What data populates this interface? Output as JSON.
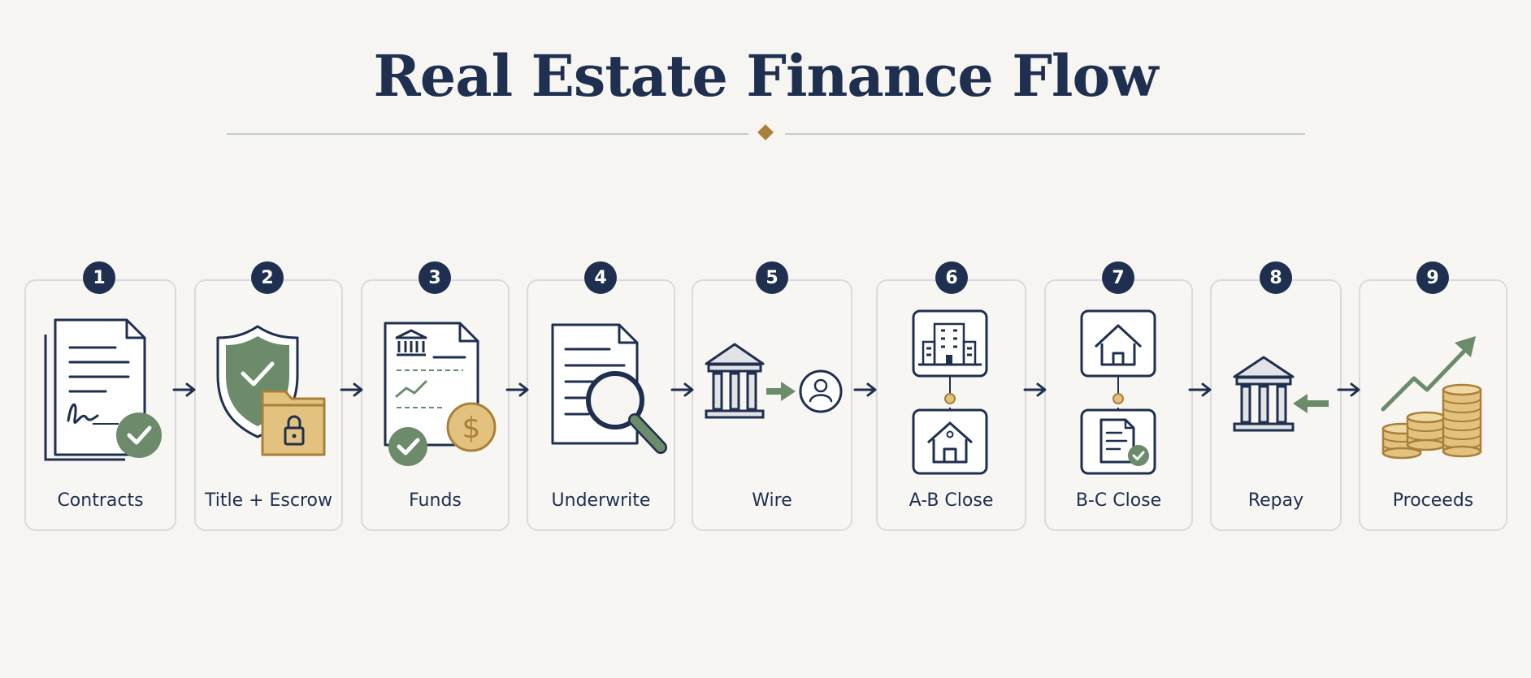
{
  "title": "Real Estate Finance Flow",
  "steps": [
    {
      "number": "1",
      "label": "Contracts"
    },
    {
      "number": "2",
      "label": "Title + Escrow"
    },
    {
      "number": "3",
      "label": "Funds"
    },
    {
      "number": "4",
      "label": "Underwrite"
    },
    {
      "number": "5",
      "label": "Wire"
    },
    {
      "number": "6",
      "label": "A-B Close"
    },
    {
      "number": "7",
      "label": "B-C Close"
    },
    {
      "number": "8",
      "label": "Repay"
    },
    {
      "number": "9",
      "label": "Proceeds"
    }
  ],
  "icons": [
    "signed-contract-icon",
    "shield-folder-lock-icon",
    "funding-document-dollar-icon",
    "document-magnifier-icon",
    "bank-to-person-transfer-icon",
    "building-to-house-icon",
    "house-to-document-icon",
    "bank-repay-icon",
    "coins-growth-icon"
  ],
  "colors": {
    "navy": "#1f2f4f",
    "green": "#6b8b6b",
    "gold": "#e3c27f",
    "gold_dark": "#a9803a",
    "card_border": "#d9dadd",
    "background": "#f6f5f2"
  }
}
